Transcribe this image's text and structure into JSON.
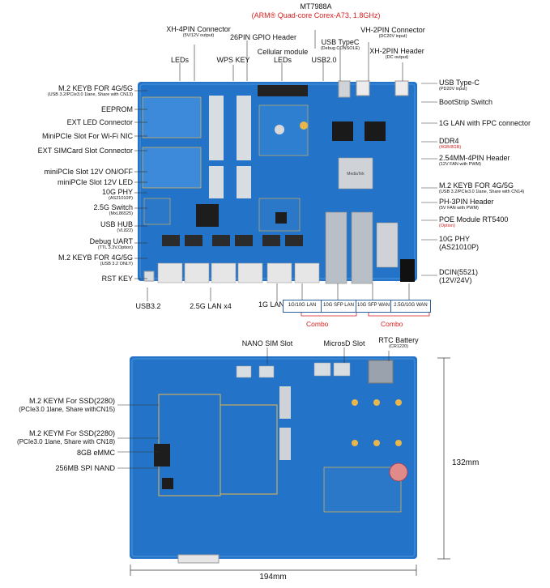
{
  "top": {
    "soc": {
      "name": "MT7988A",
      "desc": "(ARM® Quad-core Corex-A73, 1.8GHz)"
    },
    "labels_top": {
      "xh4pin": {
        "name": "XH-4PIN Connector",
        "sub": "(5V/12V output)"
      },
      "gpio": {
        "name": "26PIN GPIO Header"
      },
      "usbtypec_console": {
        "name": "USB TypeC",
        "sub": "(Debug CONSOLE)"
      },
      "vh2pin": {
        "name": "VH-2PIN Connector",
        "sub": "(DC20V input)"
      },
      "xh2pin": {
        "name": "XH-2PIN Header",
        "sub": "(DC output)"
      },
      "leds": {
        "name": "LEDs"
      },
      "wps": {
        "name": "WPS KEY"
      },
      "cellular": {
        "name": "Cellular module",
        "name2": "LEDs"
      },
      "usb20": {
        "name": "USB2.0"
      }
    },
    "labels_left": [
      {
        "id": "m2-keyb-1",
        "name": "M.2 KEYB FOR 4G/5G",
        "sub": "(USB 3.2/PCIe3.0 1lane, Share with CN13)"
      },
      {
        "id": "eeprom",
        "name": "EEPROM"
      },
      {
        "id": "ext-led",
        "name": "EXT LED Connector"
      },
      {
        "id": "minipcie-wifi",
        "name": "MiniPCIe Slot For Wi-Fi NIC"
      },
      {
        "id": "ext-simcard",
        "name": "EXT SIMCard Slot Connector"
      },
      {
        "id": "minipcie-onoff",
        "name": "miniPCIe Slot 12V ON/OFF"
      },
      {
        "id": "minipcie-led",
        "name": "miniPCIe Slot 12V LED"
      },
      {
        "id": "phy-10g-left",
        "name": "10G PHY",
        "sub": "(AS21010P)"
      },
      {
        "id": "switch-25g",
        "name": "2.5G Switch",
        "sub": "(MxL86525)"
      },
      {
        "id": "usb-hub",
        "name": "USB HUB",
        "sub": "(VL822)"
      },
      {
        "id": "debug-uart",
        "name": "Debug UART",
        "sub": "(TTL 3.3V,Option)"
      },
      {
        "id": "m2-keyb-2",
        "name": "M.2 KEYB FOR 4G/5G",
        "sub": "(USB 3.2 ONLY)"
      },
      {
        "id": "rst-key",
        "name": "RST KEY"
      }
    ],
    "labels_right": [
      {
        "id": "usb-typec",
        "name": "USB Type-C",
        "sub": "(PD20V input)"
      },
      {
        "id": "bootstrip",
        "name": "BootStrip Switch"
      },
      {
        "id": "lan-fpc",
        "name": "1G LAN with FPC connector"
      },
      {
        "id": "ddr4",
        "name": "DDR4",
        "sub": "(4GB/8GB)",
        "sub_red": true
      },
      {
        "id": "fan-4pin",
        "name": "2.54MM-4PIN Header",
        "sub": "(12V FAN with PWM)"
      },
      {
        "id": "m2-keyb-3",
        "name": "M.2 KEYB FOR 4G/5G",
        "sub": "(USB 3.2/PCIe3.0 1lane, Share with CN14)"
      },
      {
        "id": "ph-3pin",
        "name": "PH-3PIN Header",
        "sub": "(5V FAN with PWM)"
      },
      {
        "id": "poe",
        "name": "POE Module RT5400",
        "sub": "(Option)",
        "sub_red": true
      },
      {
        "id": "phy-10g-right",
        "name": "10G PHY",
        "sub": "(AS21010P)"
      },
      {
        "id": "dcin",
        "name": "DCIN(5521)",
        "sub": "(12V/24V)"
      }
    ],
    "labels_bottom": {
      "usb32": "USB3.2",
      "lan25": "2.5G LAN x4",
      "lan1g": "1G LAN"
    },
    "port_boxes": [
      "1G/10G LAN",
      "10G SFP LAN",
      "10G SFP WAN",
      "2.5G/10G WAN"
    ],
    "combo": [
      "Combo",
      "Combo"
    ]
  },
  "bottom": {
    "labels_top": {
      "nanosim": "NANO SIM Slot",
      "microsd": "MicrosD Slot",
      "rtc": {
        "name": "RTC Battery",
        "sub": "(CR1220)"
      }
    },
    "labels_left": [
      {
        "id": "ssd-1",
        "name": "M.2 KEYM For SSD(2280)",
        "sub": "(PCIe3.0 1lane, Share withCN15)"
      },
      {
        "id": "ssd-2",
        "name": "M.2 KEYM For SSD(2280)",
        "sub": "(PCIe3.0 1lane, Share with CN18)"
      },
      {
        "id": "emmc",
        "name": "8GB eMMC"
      },
      {
        "id": "nand",
        "name": "256MB SPI NAND"
      }
    ],
    "dim_height": "132mm",
    "dim_width": "194mm"
  },
  "colors": {
    "board": "#1f6fc2",
    "accent": "#d81e1e",
    "silk": "#e8b64a"
  }
}
